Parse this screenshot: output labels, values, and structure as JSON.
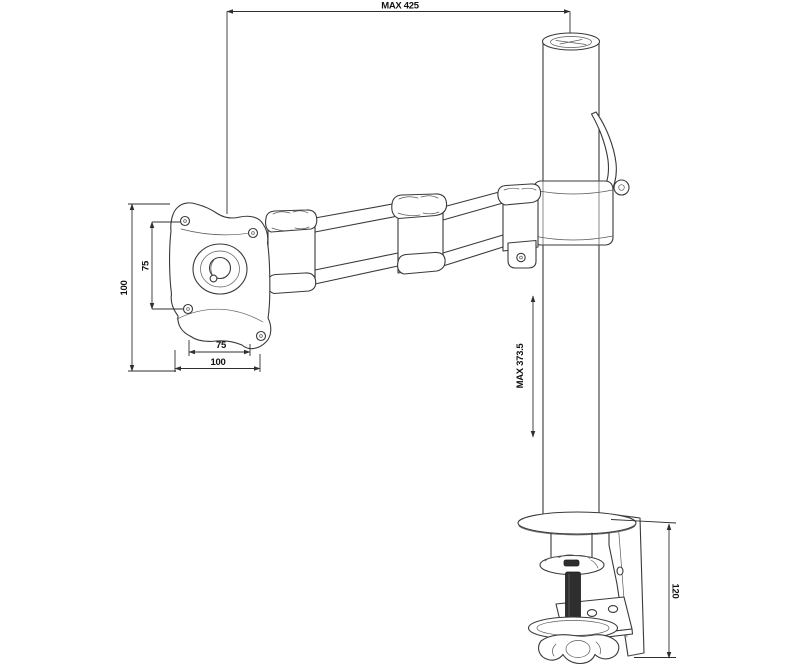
{
  "drawing": {
    "title": "Monitor desk mount arm technical dimension drawing",
    "colors": {
      "line": "#3a3a3a",
      "dimension_line": "#2f2f2f",
      "text": "#111111",
      "background": "#ffffff",
      "screw_fill": "#2e2e2e"
    }
  },
  "labels": {
    "top_reach": "MAX 425",
    "vesa_outer_height": "100",
    "vesa_inner_height": "75",
    "vesa_inner_width": "75",
    "vesa_outer_width": "100",
    "height_range": "MAX 373.5",
    "clamp_height": "120"
  }
}
